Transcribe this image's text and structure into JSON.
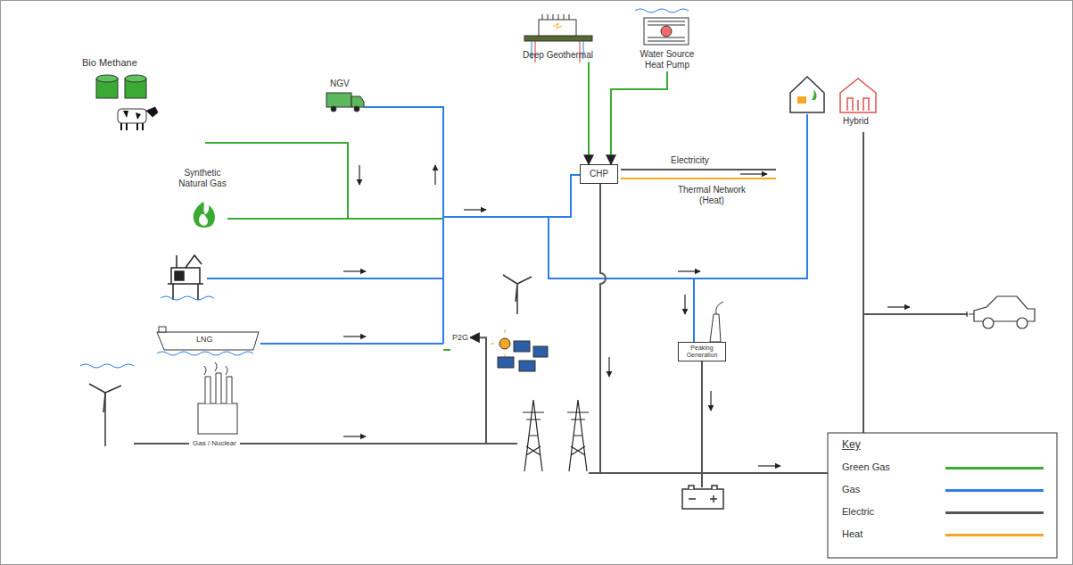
{
  "diagram": {
    "nodes": [
      {
        "text": [
          "Bio Methane"
        ]
      },
      {
        "text": [
          "NGV"
        ]
      },
      {
        "text": [
          "Synthetic Natural Gas"
        ]
      },
      {
        "text": [
          "Deep Geothermal"
        ]
      },
      {
        "text": [
          "Water Source Heat Pump"
        ]
      },
      {
        "text": [
          "CHP"
        ]
      },
      {
        "text": [
          "Hybrid"
        ]
      },
      {
        "text": [
          "LNG"
        ]
      },
      {
        "text": [
          "P2G"
        ]
      },
      {
        "text": [
          "Gas / Nuclear"
        ]
      },
      {
        "text": [
          "Peaking Generation"
        ]
      }
    ],
    "edges": [
      {
        "from": 3,
        "to": 5,
        "arrow": "to"
      },
      {
        "from": 4,
        "to": 5,
        "arrow": "to"
      },
      {
        "from": 9,
        "to": 8,
        "arrow": "to"
      }
    ],
    "labels": [
      "Electricity",
      "Thermal Network (Heat)",
      "Key"
    ],
    "legend": [
      {
        "text": "Green Gas",
        "color": "#3aaa35"
      },
      {
        "text": "Gas",
        "color": "#2b7de9"
      },
      {
        "text": "Electric",
        "color": "#555555"
      },
      {
        "text": "Heat",
        "color": "#f5a623"
      }
    ]
  }
}
